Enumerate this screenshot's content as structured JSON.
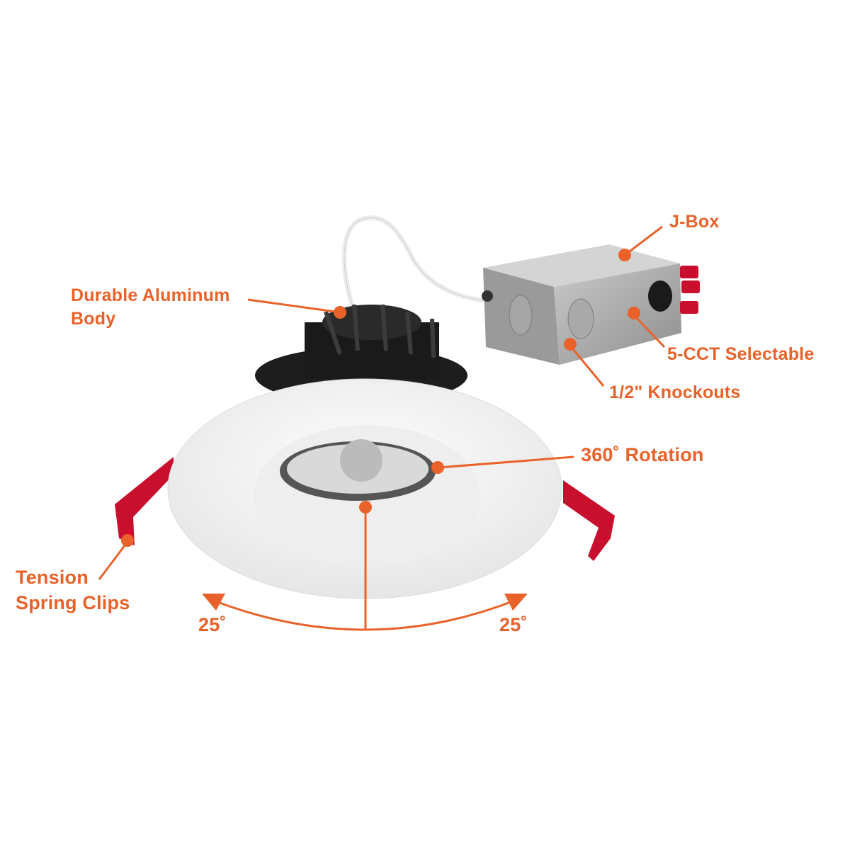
{
  "labels": {
    "body_line1": "Durable Aluminum",
    "body_line2": "Body",
    "jbox": "J-Box",
    "cct": "5-CCT Selectable",
    "knockouts": "1/2\" Knockouts",
    "rotation": "360˚ Rotation",
    "clips_line1": "Tension",
    "clips_line2": "Spring Clips",
    "tilt_left": "25˚",
    "tilt_right": "25˚"
  },
  "colors": {
    "accent": "#E8622A",
    "clip": "#C8102E",
    "trim": "#FFFFFF",
    "heatsink": "#1A1A1A",
    "jbox": "#A8A8A8"
  }
}
